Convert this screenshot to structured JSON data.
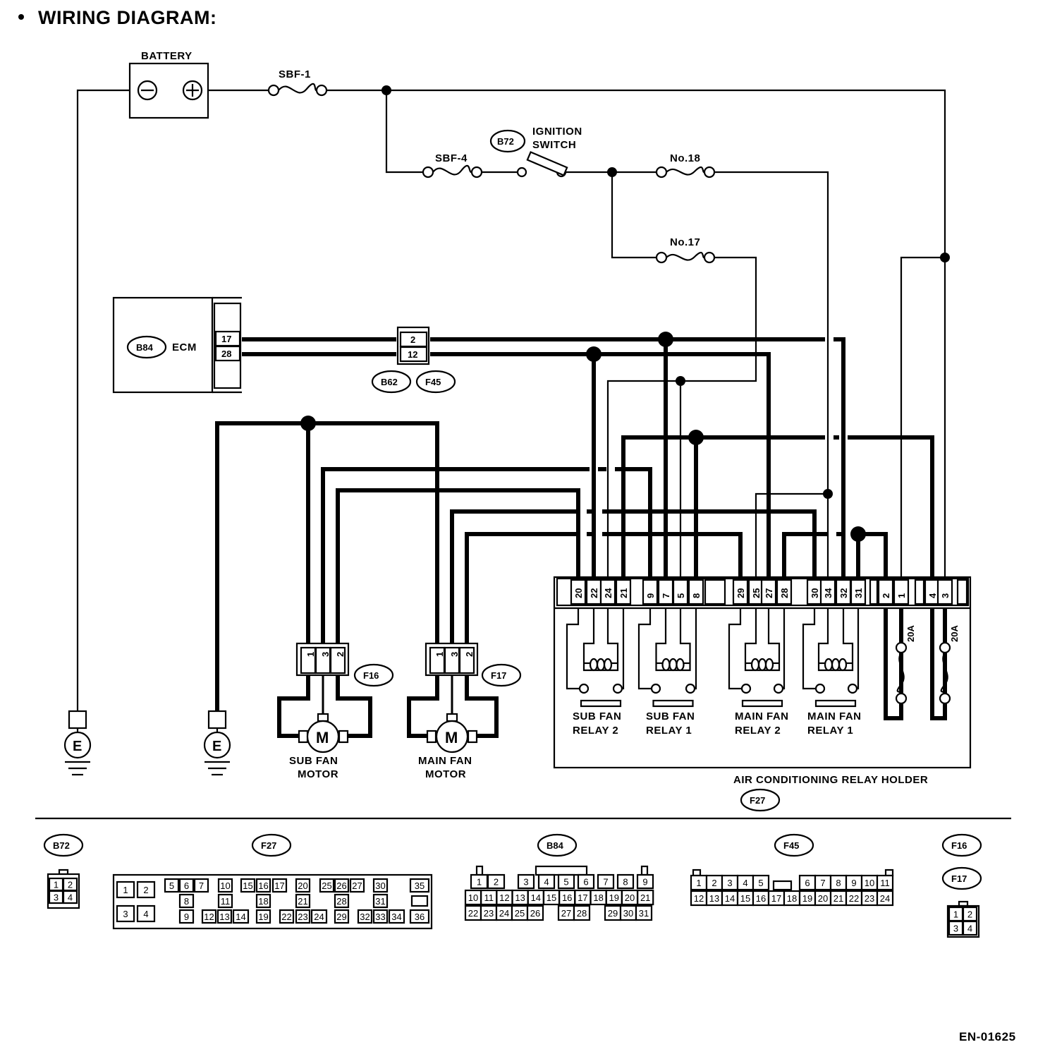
{
  "title": "WIRING DIAGRAM:",
  "figure_code": "EN-01625",
  "labels": {
    "battery": "BATTERY",
    "sbf1": "SBF-1",
    "sbf4": "SBF-4",
    "ignition_switch_l1": "IGNITION",
    "ignition_switch_l2": "SWITCH",
    "no18": "No.18",
    "no17": "No.17",
    "ecm": "ECM",
    "ground": "E",
    "motor": "M",
    "sub_fan_motor_l1": "SUB FAN",
    "sub_fan_motor_l2": "MOTOR",
    "main_fan_motor_l1": "MAIN FAN",
    "main_fan_motor_l2": "MOTOR",
    "sub_fan_relay2_l1": "SUB FAN",
    "sub_fan_relay2_l2": "RELAY 2",
    "sub_fan_relay1_l1": "SUB FAN",
    "sub_fan_relay1_l2": "RELAY 1",
    "main_fan_relay2_l1": "MAIN FAN",
    "main_fan_relay2_l2": "RELAY 2",
    "main_fan_relay1_l1": "MAIN FAN",
    "main_fan_relay1_l2": "RELAY 1",
    "relay_holder": "AIR CONDITIONING RELAY HOLDER",
    "fuse_20a": "20A"
  },
  "connector_tags": {
    "b72": "B72",
    "b84": "B84",
    "b62": "B62",
    "f45": "F45",
    "f16": "F16",
    "f17": "F17",
    "f27": "F27"
  },
  "ecm_pins": [
    "17",
    "28"
  ],
  "b62_f45_pins": [
    "2",
    "12"
  ],
  "motor_pins": [
    "1",
    "3",
    "2"
  ],
  "relay_holder_pins": [
    "20",
    "22",
    "24",
    "21",
    "9",
    "7",
    "5",
    "8",
    "29",
    "25",
    "27",
    "28",
    "30",
    "34",
    "32",
    "31",
    "2",
    "1",
    "4",
    "3"
  ],
  "connector_views": {
    "b72": {
      "rows": [
        [
          "1",
          "2"
        ],
        [
          "3",
          "4"
        ]
      ]
    },
    "f16_f17": {
      "rows": [
        [
          "1",
          "2"
        ],
        [
          "3",
          "4"
        ]
      ]
    },
    "f27": {
      "r1": [
        "1",
        "2",
        "5",
        "6",
        "7",
        "10",
        "15",
        "16",
        "17",
        "20",
        "25",
        "26",
        "27",
        "30",
        "35"
      ],
      "r2": [
        "8",
        "11",
        "18",
        "21",
        "28",
        "31"
      ],
      "r3": [
        "3",
        "4",
        "9",
        "12",
        "13",
        "14",
        "19",
        "22",
        "23",
        "24",
        "29",
        "32",
        "33",
        "34",
        "36"
      ]
    },
    "b84": {
      "r1": [
        "1",
        "2",
        "3",
        "4",
        "5",
        "6",
        "7",
        "8",
        "9"
      ],
      "r2": [
        "10",
        "11",
        "12",
        "13",
        "14",
        "15",
        "16",
        "17",
        "18",
        "19",
        "20",
        "21"
      ],
      "r3": [
        "22",
        "23",
        "24",
        "25",
        "26",
        "27",
        "28",
        "29",
        "30",
        "31"
      ]
    },
    "f45": {
      "r1": [
        "1",
        "2",
        "3",
        "4",
        "5",
        "6",
        "7",
        "8",
        "9",
        "10",
        "11"
      ],
      "r2": [
        "12",
        "13",
        "14",
        "15",
        "16",
        "17",
        "18",
        "19",
        "20",
        "21",
        "22",
        "23",
        "24"
      ]
    }
  }
}
